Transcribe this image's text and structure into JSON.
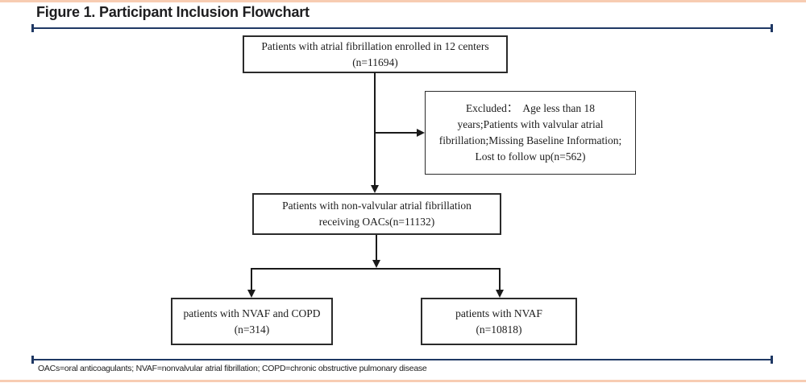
{
  "figure": {
    "title": "Figure 1. Participant Inclusion Flowchart",
    "footnote": "OACs=oral anticoagulants; NVAF=nonvalvular atrial fibrillation; COPD=chronic obstructive pulmonary disease"
  },
  "colors": {
    "rule_navy": "#1f3864",
    "accent_salmon": "#f7ccb2",
    "box_border": "#2b2b2b",
    "connector_black": "#1a1a1a"
  },
  "flowchart": {
    "enrolled": {
      "lines": [
        "Patients with atrial fibrillation enrolled in 12 centers",
        "(n=11694)"
      ]
    },
    "excluded": {
      "lines": [
        "Excluded：  Age less than 18",
        "years;Patients with valvular atrial",
        "fibrillation;Missing Baseline Information;",
        "Lost to follow up(n=562)"
      ]
    },
    "nvaf_oacs": {
      "lines": [
        "Patients with non-valvular atrial fibrillation",
        "receiving OACs(n=11132)"
      ]
    },
    "nvaf_copd": {
      "lines": [
        "patients with NVAF and COPD",
        "(n=314)"
      ]
    },
    "nvaf_only": {
      "lines": [
        "patients with NVAF",
        "(n=10818)"
      ]
    }
  }
}
